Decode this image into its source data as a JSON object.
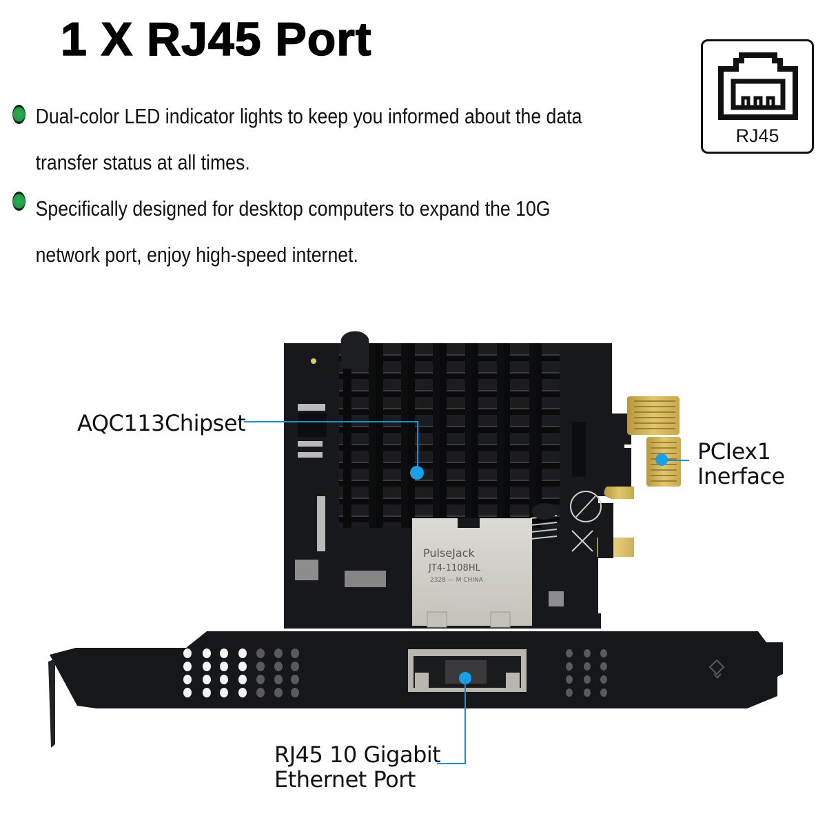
{
  "header": {
    "title": "1 X RJ45 Port"
  },
  "badge": {
    "icon": "rj45-port-icon",
    "label": "RJ45"
  },
  "features": [
    {
      "icon": "green-bullet-icon",
      "text_line1": "Dual-color LED indicator lights to keep you informed about the data",
      "text_line2": "transfer status at all times."
    },
    {
      "icon": "green-bullet-icon",
      "text_line1": "Specifically designed for desktop computers to expand the 10G",
      "text_line2": "network port, enjoy high-speed internet."
    }
  ],
  "product": {
    "connector_brand": "PulseJack",
    "connector_model": "JT4-1108HL",
    "connector_code": "2328",
    "connector_origin": "CHINA",
    "connector_m": "M"
  },
  "callouts": {
    "chipset": "AQC113Chipset",
    "pcie_line1": "PCIex1",
    "pcie_line2": "Inerface",
    "port_line1": "RJ45 10 Gigabit",
    "port_line2": "Ethernet Port"
  },
  "colors": {
    "callout_blue": "#1aa0e6",
    "bullet_green": "#2fae52",
    "pcb_black": "#17181b",
    "gold_finger": "#c9a84a"
  }
}
